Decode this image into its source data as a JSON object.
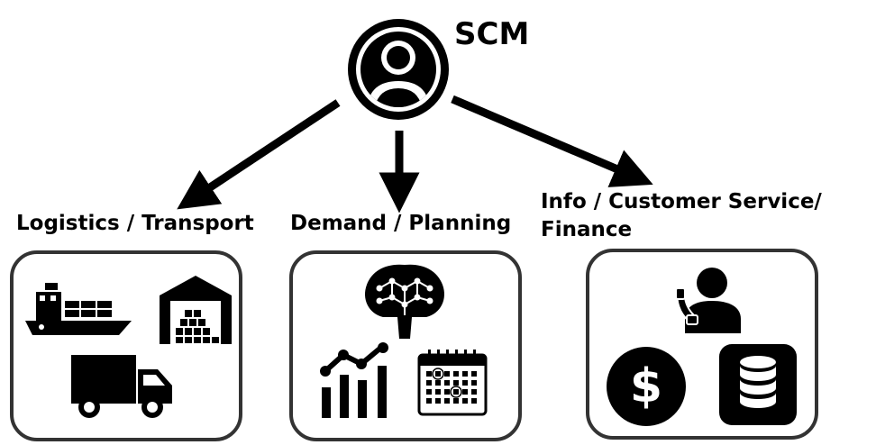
{
  "diagram": {
    "root": {
      "title": "SCM",
      "icon": "person-circle-icon"
    },
    "branches": [
      {
        "label": "Logistics / Transport",
        "icons": [
          "cargo-ship-icon",
          "warehouse-icon",
          "delivery-truck-icon"
        ]
      },
      {
        "label": "Demand / Planning",
        "icons": [
          "ai-brain-icon",
          "growth-chart-icon",
          "calendar-icon"
        ]
      },
      {
        "label_line1": "Info / Customer Service/",
        "label_line2": "Finance",
        "icons": [
          "customer-service-icon",
          "dollar-coin-icon",
          "database-icon"
        ]
      }
    ]
  }
}
